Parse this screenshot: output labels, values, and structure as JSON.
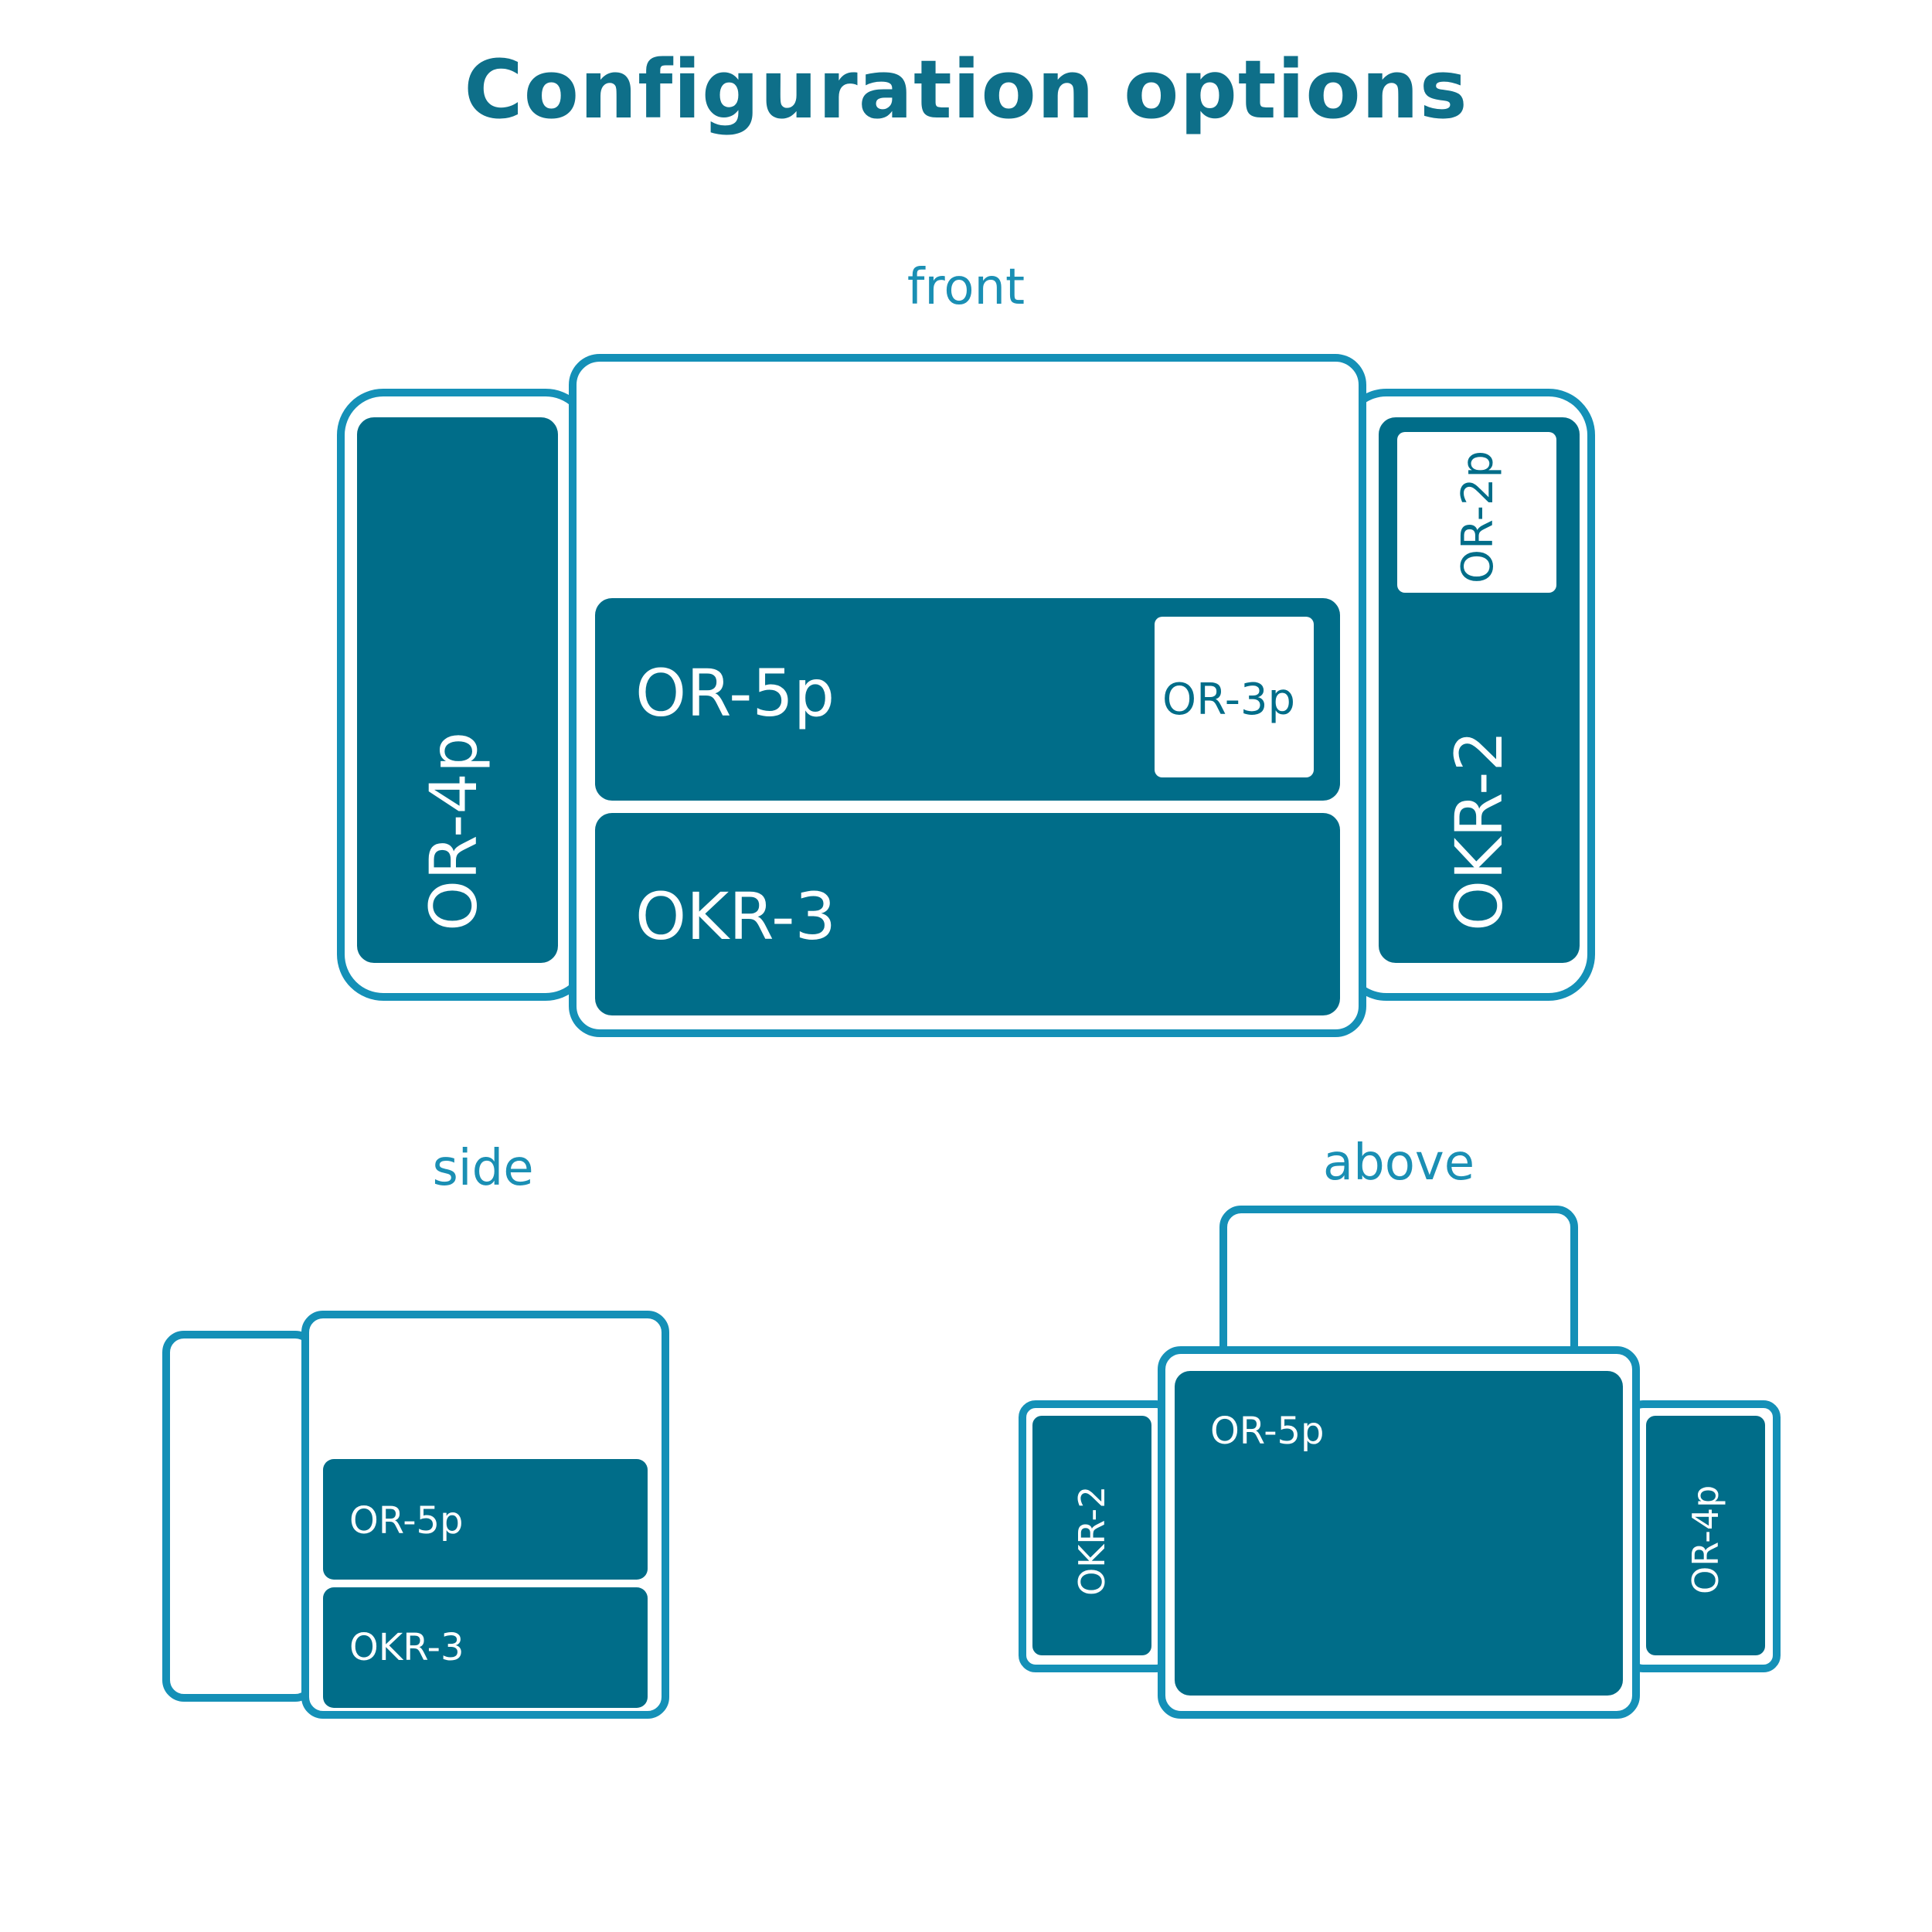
{
  "title": "Configuration options",
  "views": {
    "front": {
      "label": "front",
      "modules": {
        "left": "OR-4p",
        "center_top": "OR-5p",
        "center_top_insert": "OR-3p",
        "center_bottom": "OKR-3",
        "right": "OKR-2",
        "right_insert": "OR-2p"
      }
    },
    "side": {
      "label": "side",
      "modules": {
        "top": "OR-5p",
        "bottom": "OKR-3"
      }
    },
    "above": {
      "label": "above",
      "modules": {
        "left": "OKR-2",
        "center": "OR-5p",
        "right": "OR-4p"
      }
    }
  },
  "colors": {
    "title": "#0e6f89",
    "label": "#1a8fb4",
    "outline": "#1490b7",
    "module_fill": "#006d89"
  }
}
